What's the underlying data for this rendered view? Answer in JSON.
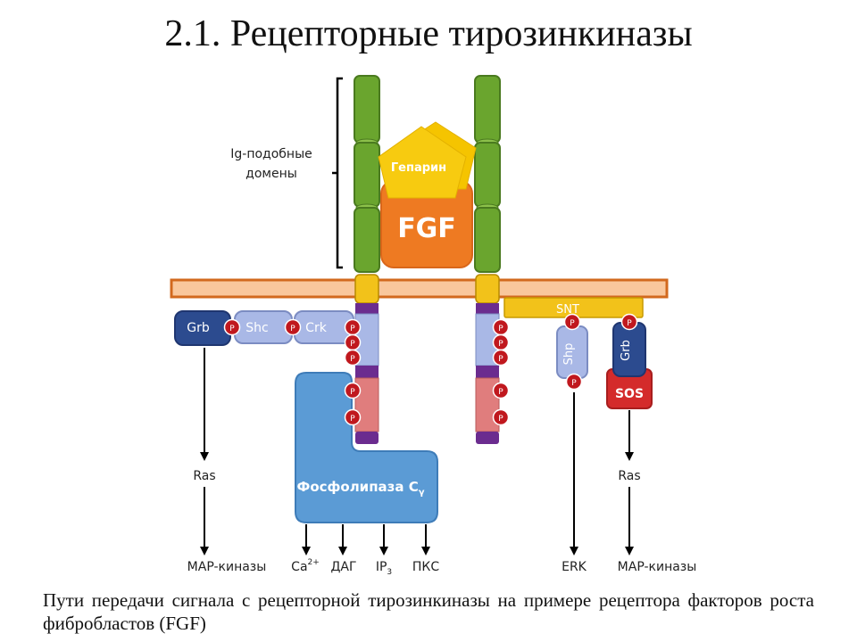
{
  "slide": {
    "title": "2.1. Рецепторные тирозинкиназы",
    "caption": "Пути передачи сигнала с рецепторной тирозинкиназы на примере рецептора факторов роста фибробластов (FGF)"
  },
  "diagram": {
    "ig_domains_label_line1": "Ig-подобные",
    "ig_domains_label_line2": "домены",
    "heparin_label": "Гепарин",
    "fgf_label": "FGF",
    "snt_label": "SNT",
    "grb_left_label": "Grb",
    "shc_label": "Shc",
    "crk_label": "Crk",
    "shp_label": "Shp",
    "grb_right_label": "Grb",
    "sos_label": "SOS",
    "plc_label": "Фосфолипаза C",
    "plc_subscript": "γ",
    "phospho_label": "P",
    "ras_left_label": "Ras",
    "ras_right_label": "Ras",
    "map_left_label": "MAP-киназы",
    "map_right_label": "MAP-киназы",
    "ca_label": "Ca",
    "ca_superscript": "2+",
    "dag_label": "ДАГ",
    "ip_label": "IP",
    "ip_subscript": "3",
    "pkc_label": "ПКС",
    "erk_label": "ERK"
  },
  "colors": {
    "membrane_fill": "#F9C79C",
    "membrane_stroke": "#D2691E",
    "ig_green": "#6AA52E",
    "ig_green_dark": "#4A7A1F",
    "heparin_yellow": "#F5C400",
    "fgf_orange": "#EE7A22",
    "tm_yellow": "#F2C21A",
    "receptor_blue": "#A9B8E6",
    "receptor_pink": "#E07D7D",
    "receptor_purple": "#6B2C8F",
    "grb_navy": "#2C4B8F",
    "adaptor_light": "#A9B8E6",
    "phospho_red": "#C0181E",
    "plc_blue": "#5B9BD5",
    "sos_red": "#D42B2B"
  }
}
